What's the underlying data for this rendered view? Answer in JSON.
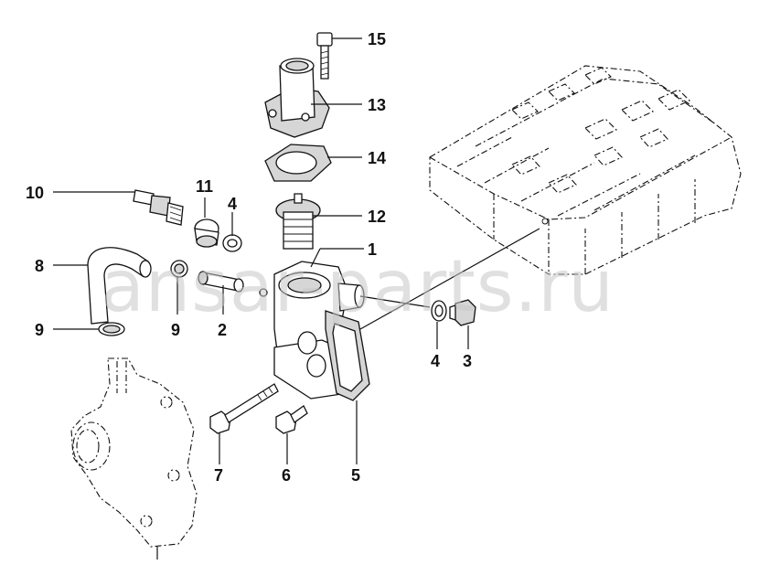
{
  "watermark": "ansar-parts.ru",
  "callouts": [
    {
      "id": "c15",
      "label": "15"
    },
    {
      "id": "c13",
      "label": "13"
    },
    {
      "id": "c14",
      "label": "14"
    },
    {
      "id": "c12",
      "label": "12"
    },
    {
      "id": "c1",
      "label": "1"
    },
    {
      "id": "c10",
      "label": "10"
    },
    {
      "id": "c11",
      "label": "11"
    },
    {
      "id": "c4a",
      "label": "4"
    },
    {
      "id": "c8",
      "label": "8"
    },
    {
      "id": "c9a",
      "label": "9"
    },
    {
      "id": "c2",
      "label": "2"
    },
    {
      "id": "c9b",
      "label": "9"
    },
    {
      "id": "c4b",
      "label": "4"
    },
    {
      "id": "c3",
      "label": "3"
    },
    {
      "id": "c7",
      "label": "7"
    },
    {
      "id": "c6",
      "label": "6"
    },
    {
      "id": "c5",
      "label": "5"
    }
  ]
}
